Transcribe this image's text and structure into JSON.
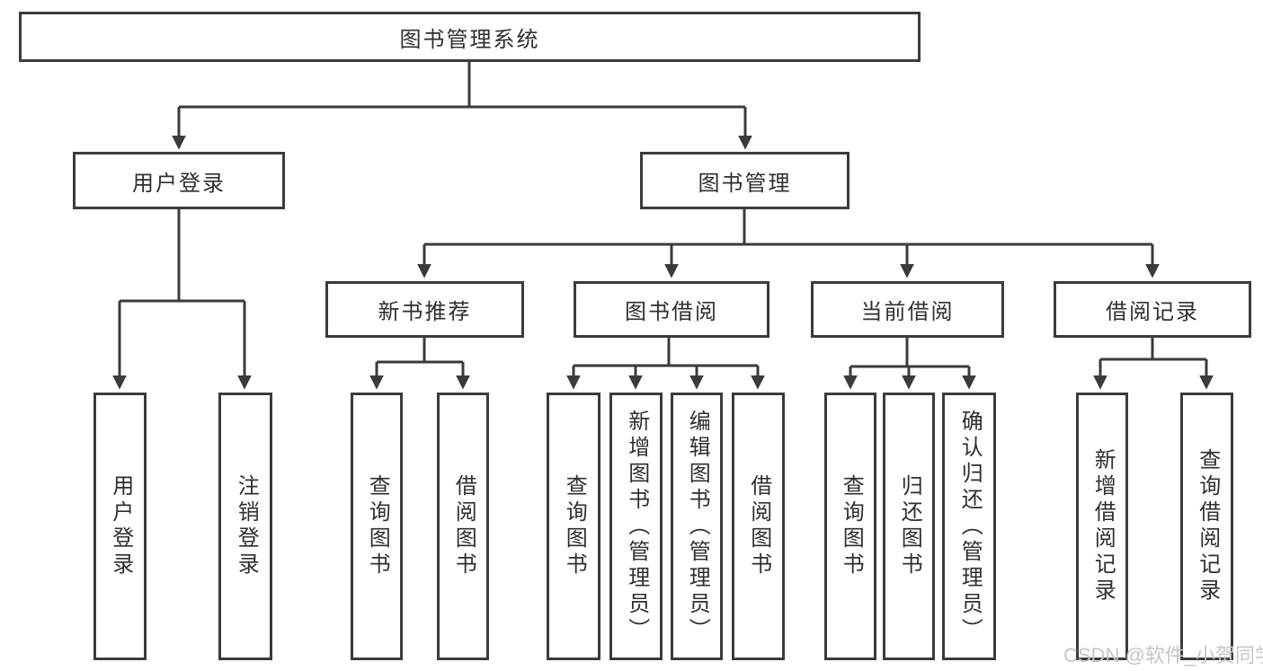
{
  "diagram": {
    "title_node": {
      "label": "图书管理系统"
    },
    "level2": [
      {
        "label": "用户登录"
      },
      {
        "label": "图书管理"
      }
    ],
    "level3": [
      {
        "label": "新书推荐"
      },
      {
        "label": "图书借阅"
      },
      {
        "label": "当前借阅"
      },
      {
        "label": "借阅记录"
      }
    ],
    "leaves": [
      {
        "label": "用户登录"
      },
      {
        "label": "注销登录"
      },
      {
        "label": "查询图书"
      },
      {
        "label": "借阅图书"
      },
      {
        "label": "查询图书"
      },
      {
        "label": "新增图书（管理员）"
      },
      {
        "label": "编辑图书（管理员）"
      },
      {
        "label": "借阅图书"
      },
      {
        "label": "查询图书"
      },
      {
        "label": "归还图书"
      },
      {
        "label": "确认归还（管理员）"
      },
      {
        "label": "新增借阅记录"
      },
      {
        "label": "查询借阅记录"
      }
    ],
    "colors": {
      "line": "#3b3b3b",
      "text": "#2f2f2f",
      "background": "#ffffff",
      "watermark": "#c6c6c6"
    }
  },
  "watermark": {
    "text": "CSDN @软件_小贺同学"
  }
}
